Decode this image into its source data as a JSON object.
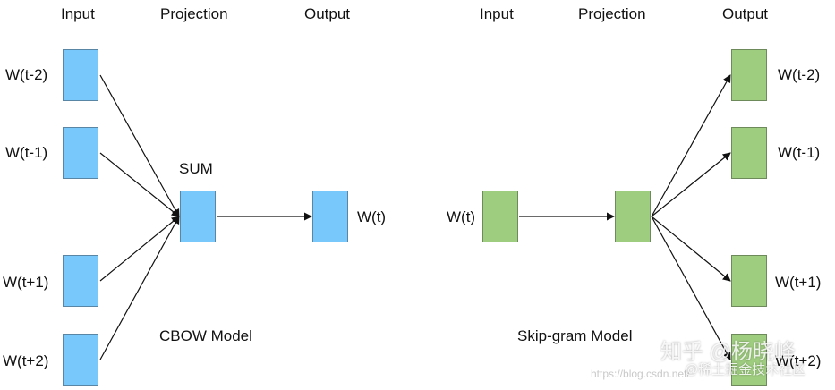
{
  "cbow": {
    "headers": {
      "input": "Input",
      "projection": "Projection",
      "output": "Output"
    },
    "inputs": [
      "W(t-2)",
      "W(t-1)",
      "W(t+1)",
      "W(t+2)"
    ],
    "projection_label": "SUM",
    "output": "W(t)",
    "caption": "CBOW Model"
  },
  "skipgram": {
    "headers": {
      "input": "Input",
      "projection": "Projection",
      "output": "Output"
    },
    "input": "W(t)",
    "outputs": [
      "W(t-2)",
      "W(t-1)",
      "W(t+1)",
      "W(t+2)"
    ],
    "caption": "Skip-gram Model"
  },
  "watermarks": {
    "zhihu": "知乎 @杨晓峰",
    "csdn_url": "https://blog.csdn.net/",
    "community": "@稀土掘金技术社区"
  },
  "colors": {
    "input_box": "#79c8fb",
    "skipgram_box": "#9fcd80",
    "arrow": "#111111"
  }
}
